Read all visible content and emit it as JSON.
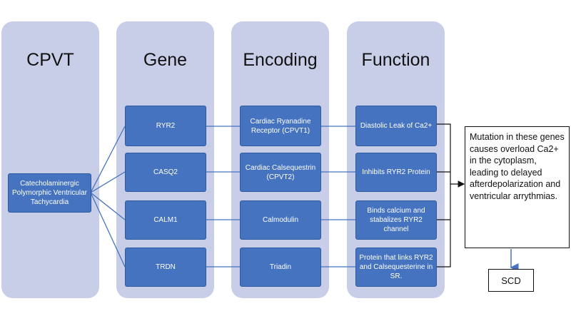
{
  "columns": {
    "cpvt": "CPVT",
    "gene": "Gene",
    "encoding": "Encoding",
    "function": "Function"
  },
  "root": {
    "label": "Catecholaminergic Polymorphic Ventricular Tachycardia"
  },
  "genes": [
    "RYR2",
    "CASQ2",
    "CALM1",
    "TRDN"
  ],
  "encodings": [
    "Cardiac Ryanadine Receptor (CPVT1)",
    "Cardiac Calsequestrin (CPVT2)",
    "Calmodulin",
    "Triadin"
  ],
  "functions": [
    "Diastolic Leak of Ca2+",
    "Inhibits RYR2 Protein",
    "Binds calcium and stabalizes RYR2 channel",
    "Protein that links RYR2 and Calsequesterine in SR."
  ],
  "outcome": {
    "text": "Mutation in these genes causes overload Ca2+ in the cytoplasm, leading to delayed afterdepolarization and ventricular arrythmias."
  },
  "result": {
    "label": "SCD"
  },
  "colors": {
    "column_bg": "#c9cee8",
    "box_fill": "#4573c0",
    "connector": "#4573c0",
    "text_dark": "#111111"
  }
}
